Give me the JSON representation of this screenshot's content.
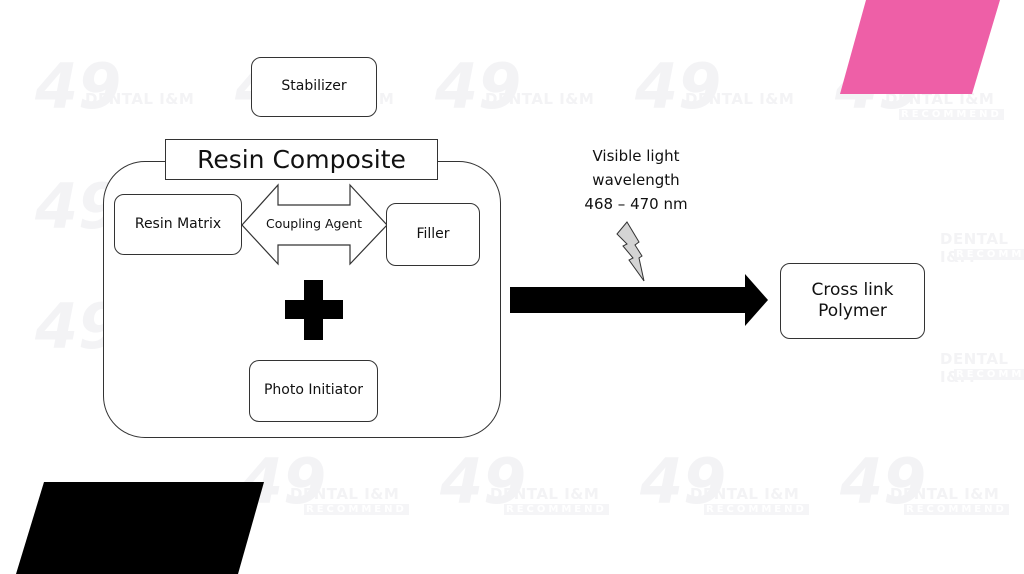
{
  "watermark": {
    "line1": "DENTAL I&M",
    "line2": "RECOMMEND",
    "logo": "49"
  },
  "decor": {
    "top_right_color": "#ee5fa7",
    "bottom_left_color": "#000000"
  },
  "diagram": {
    "stabilizer": "Stabilizer",
    "container_title": "Resin Composite",
    "resin_matrix": "Resin Matrix",
    "coupling_agent": "Coupling Agent",
    "filler": "Filler",
    "plus_symbol": "plus",
    "photo_initiator": "Photo Initiator",
    "light_label": {
      "line1": "Visible light",
      "line2": "wavelength",
      "line3": "468 – 470 nm"
    },
    "light_icon": "lightning-bolt",
    "arrow_icon": "right-arrow",
    "result": {
      "line1": "Cross link",
      "line2": "Polymer"
    }
  }
}
